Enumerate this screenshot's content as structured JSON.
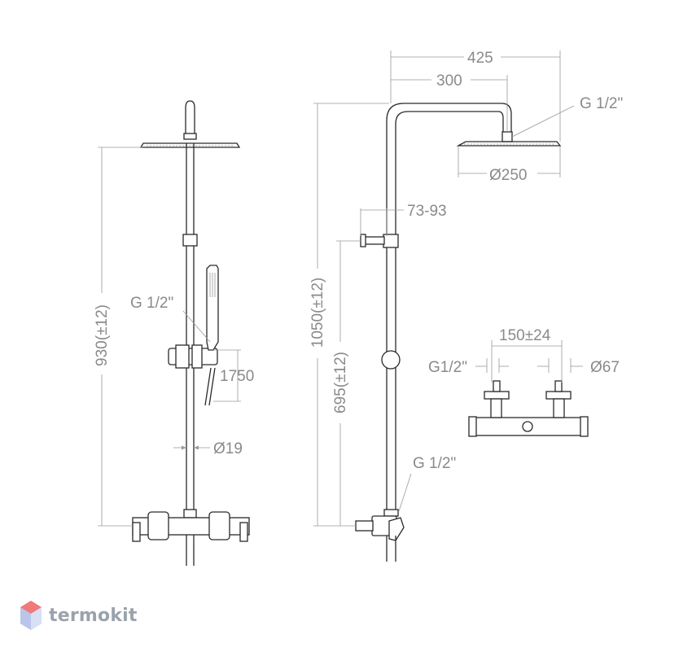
{
  "brand": {
    "name": "termokit"
  },
  "dimensions": {
    "front_height": "930(±12)",
    "hand_shower_thread": "G 1/2\"",
    "hose_length": "1750",
    "rail_diameter": "Ø19",
    "side_total_height": "1050(±12)",
    "side_holder_height": "695(±12)",
    "arm_width": "425",
    "arm_reach": "300",
    "head_thread": "G 1/2\"",
    "head_diameter": "Ø250",
    "holder_range": "73-93",
    "bottom_thread": "G 1/2\"",
    "mixer_spacing": "150±24",
    "mixer_thread": "G1/2\"",
    "mixer_flange": "Ø67"
  }
}
